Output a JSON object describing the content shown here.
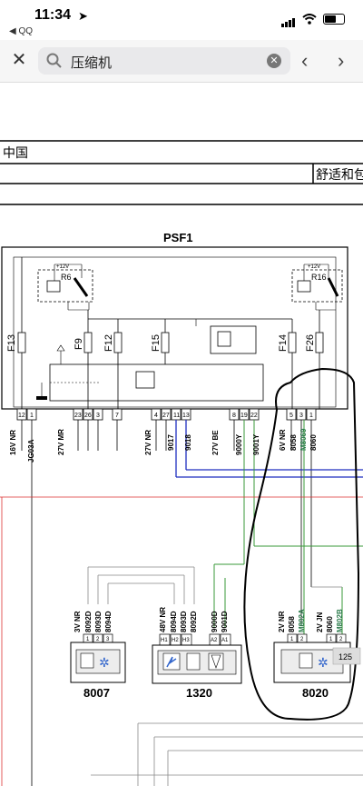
{
  "status": {
    "time": "11:34",
    "back_app": "◀ QQ"
  },
  "browser": {
    "search_value": "压缩机",
    "close_label": "✕",
    "clear_label": "✕",
    "back_label": "‹",
    "forward_label": "›"
  },
  "table": {
    "cell_country": "中国",
    "cell_comfort": "舒适和包"
  },
  "diagram": {
    "title": "PSF1",
    "plus12_left": "+12V",
    "plus12_right": "+12V",
    "relay_left": "R6",
    "relay_right": "R16",
    "fuses": [
      "F13",
      "F9",
      "F12",
      "F15",
      "F14",
      "F26"
    ],
    "pins_left": [
      "12",
      "1",
      "23",
      "26",
      "3",
      "7"
    ],
    "pins_mid": [
      "4",
      "27",
      "11",
      "13",
      "8",
      "19",
      "22"
    ],
    "pins_right": [
      "5",
      "3",
      "1"
    ],
    "wire_labels": [
      "16V NR",
      "JG03A",
      "27V MR",
      "27V NR",
      "9017",
      "9018",
      "27V BE",
      "9000Y",
      "9001Y",
      "6V NR",
      "8058",
      "M8069",
      "8060"
    ],
    "conn_labels_8007": [
      "3V NR",
      "8092D",
      "8093D",
      "8094D"
    ],
    "conn_labels_1320": [
      "48V NR",
      "8094D",
      "8093D",
      "8092D",
      "9000D",
      "9001D"
    ],
    "conn_labels_8020": [
      "2V NR",
      "8058",
      "M802A",
      "2V JN",
      "8060",
      "M802B"
    ],
    "pins_1320": [
      "H1",
      "H2",
      "H3",
      "A2",
      "A1"
    ],
    "pins_8007": [
      "1",
      "2",
      "3"
    ],
    "pins_8020": [
      "1",
      "2",
      "1",
      "2"
    ],
    "components": [
      "8007",
      "1320",
      "8020"
    ],
    "page_num": "125"
  }
}
